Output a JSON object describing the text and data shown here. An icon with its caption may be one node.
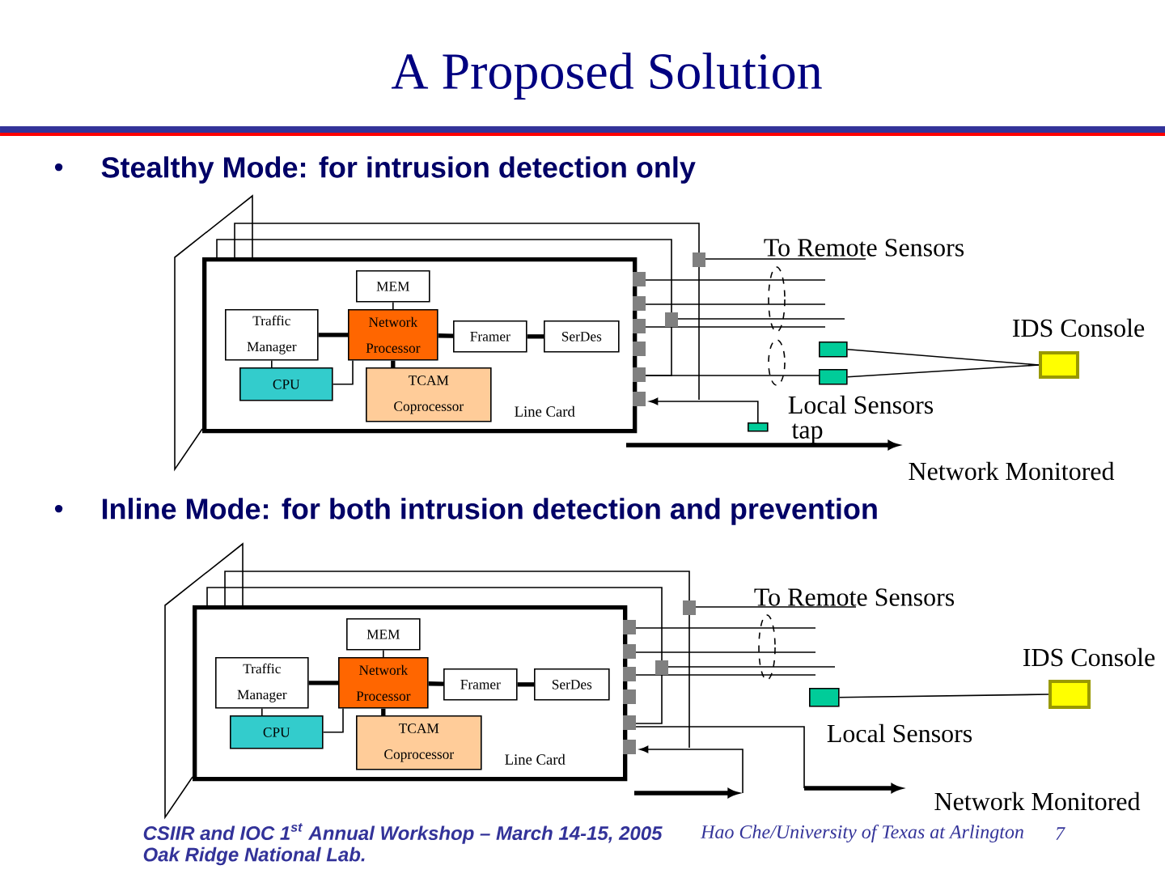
{
  "diagram": {
    "title": "A Proposed Solution",
    "nodes": [
      {
        "text": [
          "Line Card"
        ]
      },
      {
        "text": [
          "MEM"
        ],
        "in": 0
      },
      {
        "text": [
          "Traffic Manager"
        ],
        "in": 0
      },
      {
        "text": [
          "Network Processor"
        ],
        "in": 0
      },
      {
        "text": [
          "Framer"
        ],
        "in": 0
      },
      {
        "text": [
          "SerDes"
        ],
        "in": 0
      },
      {
        "text": [
          "CPU"
        ],
        "in": 0
      },
      {
        "text": [
          "TCAM Coprocessor"
        ],
        "in": 0
      },
      {
        "text": [],
        "shape": "box"
      },
      {
        "text": [],
        "shape": "box"
      },
      {
        "text": [
          "IDS Console"
        ]
      },
      {
        "text": [],
        "shape": "box"
      },
      {
        "text": [
          "Line Card"
        ]
      },
      {
        "text": [
          "MEM"
        ],
        "in": 12
      },
      {
        "text": [
          "Traffic Manager"
        ],
        "in": 12
      },
      {
        "text": [
          "Network Processor"
        ],
        "in": 12
      },
      {
        "text": [
          "Framer"
        ],
        "in": 12
      },
      {
        "text": [
          "SerDes"
        ],
        "in": 12
      },
      {
        "text": [
          "CPU"
        ],
        "in": 12
      },
      {
        "text": [
          "TCAM Coprocessor"
        ],
        "in": 12
      },
      {
        "text": [],
        "shape": "box"
      },
      {
        "text": [
          "IDS Console"
        ]
      }
    ],
    "edges": [
      {
        "from": 1,
        "to": 3,
        "arrow": "none"
      },
      {
        "from": 2,
        "to": 3,
        "arrow": "none",
        "style": "thick"
      },
      {
        "from": 3,
        "to": 4,
        "arrow": "none",
        "style": "thick"
      },
      {
        "from": 4,
        "to": 5,
        "arrow": "none",
        "style": "thick"
      },
      {
        "from": 2,
        "to": 6,
        "arrow": "none"
      },
      {
        "from": 3,
        "to": 6,
        "arrow": "none"
      },
      {
        "from": 3,
        "to": 7,
        "arrow": "none",
        "style": "thick"
      },
      {
        "from": 8,
        "to": 10,
        "arrow": "none"
      },
      {
        "from": 9,
        "to": 10,
        "arrow": "none"
      },
      {
        "from": 11,
        "to": 0,
        "arrow": "to"
      },
      {
        "from": 13,
        "to": 15,
        "arrow": "none"
      },
      {
        "from": 14,
        "to": 15,
        "arrow": "none",
        "style": "thick"
      },
      {
        "from": 15,
        "to": 16,
        "arrow": "none",
        "style": "thick"
      },
      {
        "from": 16,
        "to": 17,
        "arrow": "none",
        "style": "thick"
      },
      {
        "from": 14,
        "to": 18,
        "arrow": "none"
      },
      {
        "from": 15,
        "to": 18,
        "arrow": "none"
      },
      {
        "from": 15,
        "to": 19,
        "arrow": "none",
        "style": "thick"
      },
      {
        "from": 20,
        "to": 21,
        "arrow": "none"
      }
    ],
    "labels": [
      "•",
      "Stealthy Mode:  for intrusion detection only",
      "To Remote Sensors",
      "Local Sensors",
      "tap",
      "Network Monitored",
      "•",
      "Inline Mode:   for both intrusion detection and prevention",
      "To Remote Sensors",
      "Local Sensors",
      "Network Monitored",
      "CSIIR and IOC 1$^{st}$ Annual Workshop – March 14-15, 2005",
      "Oak Ridge National Lab.",
      "Hao Che/University of Texas at Arlington",
      "7"
    ]
  }
}
